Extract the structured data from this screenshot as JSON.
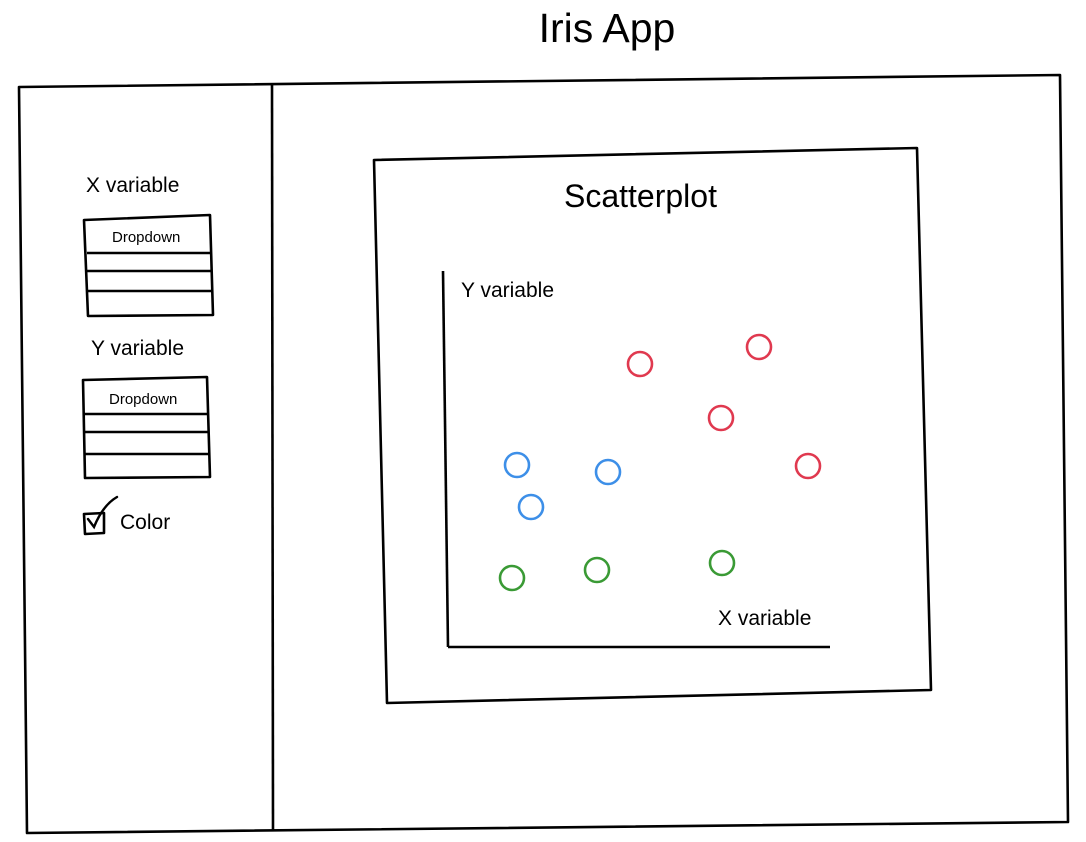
{
  "app": {
    "title": "Iris App"
  },
  "sidebar": {
    "x_variable_label": "X  variable",
    "x_dropdown_placeholder": "Dropdown",
    "y_variable_label": "Y  variable",
    "y_dropdown_placeholder": "Dropdown",
    "color_checkbox_label": "Color",
    "color_checkbox_checked": true
  },
  "main": {
    "plot_panel": {
      "title": "Scatterplot",
      "y_axis_label": "Y  variable",
      "x_axis_label": "X  variable"
    }
  },
  "colors": {
    "red": "#e0394f",
    "blue": "#3d8fe8",
    "green": "#3a9a35",
    "stroke": "#000000"
  }
}
